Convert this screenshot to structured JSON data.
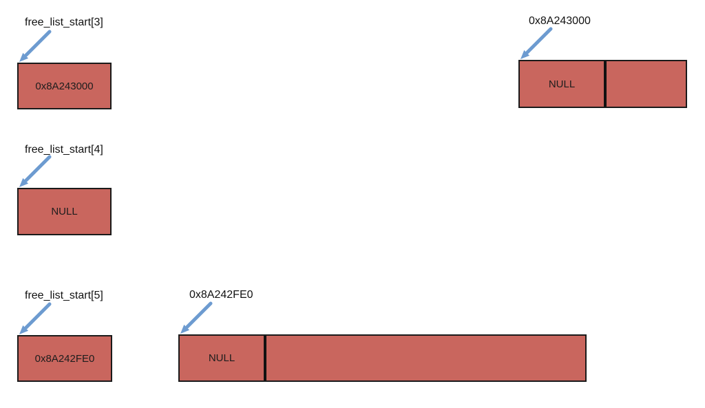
{
  "diagram": {
    "free_list_pointers": [
      {
        "label": "free_list_start[3]",
        "value": "0x8A243000"
      },
      {
        "label": "free_list_start[4]",
        "value": "NULL"
      },
      {
        "label": "free_list_start[5]",
        "value": "0x8A242FE0"
      }
    ],
    "memory_blocks": [
      {
        "label": "0x8A243000",
        "next_pointer": "NULL"
      },
      {
        "label": "0x8A242FE0",
        "next_pointer": "NULL"
      }
    ],
    "colors": {
      "box_fill": "#c9665e",
      "box_border": "#1a1a1a",
      "divider": "#111111",
      "arrow": "#6d9bd0",
      "text": "#111111"
    }
  }
}
